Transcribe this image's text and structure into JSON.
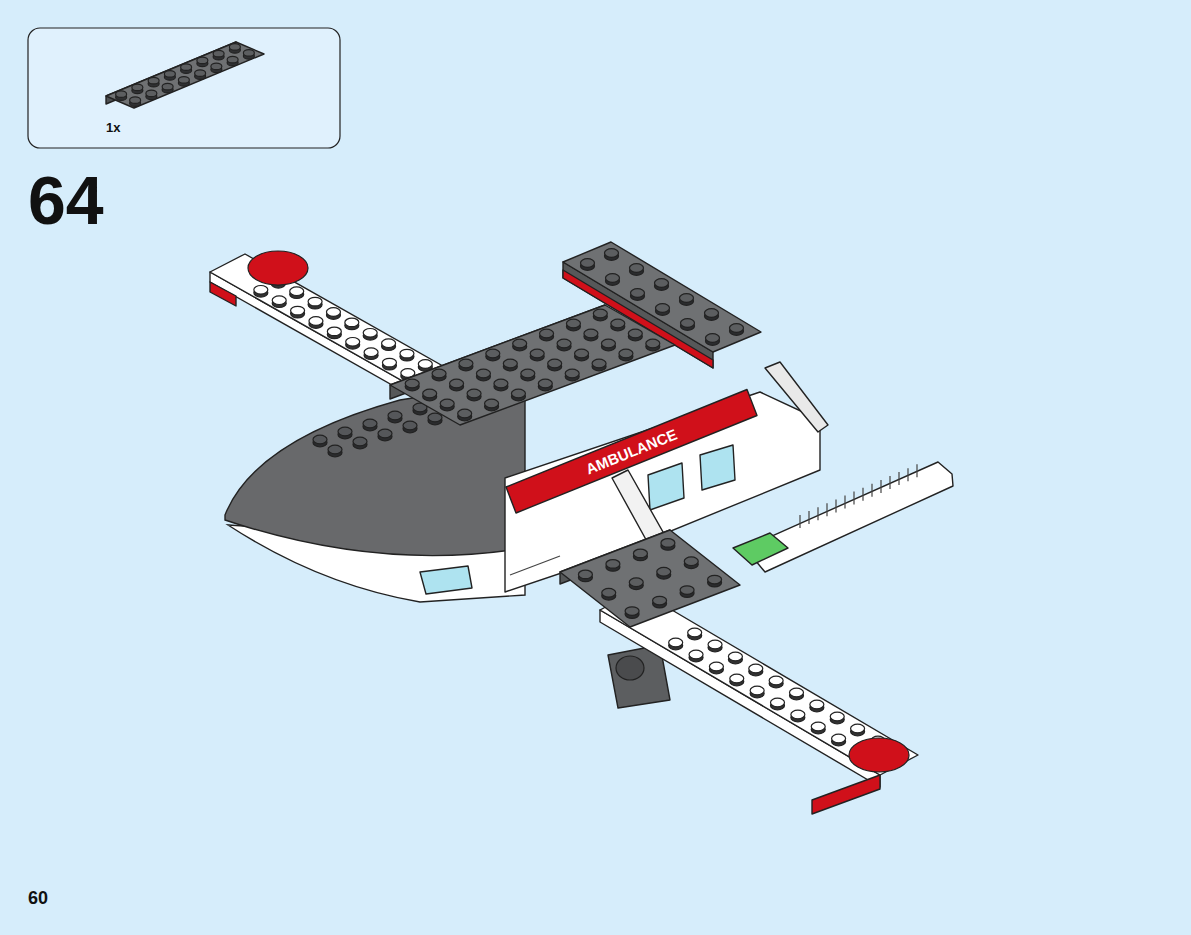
{
  "diagram": {
    "nodes": [
      {
        "text": [
          "1x"
        ]
      }
    ],
    "labels": [
      "64",
      "AMBULANCE",
      "60"
    ]
  }
}
